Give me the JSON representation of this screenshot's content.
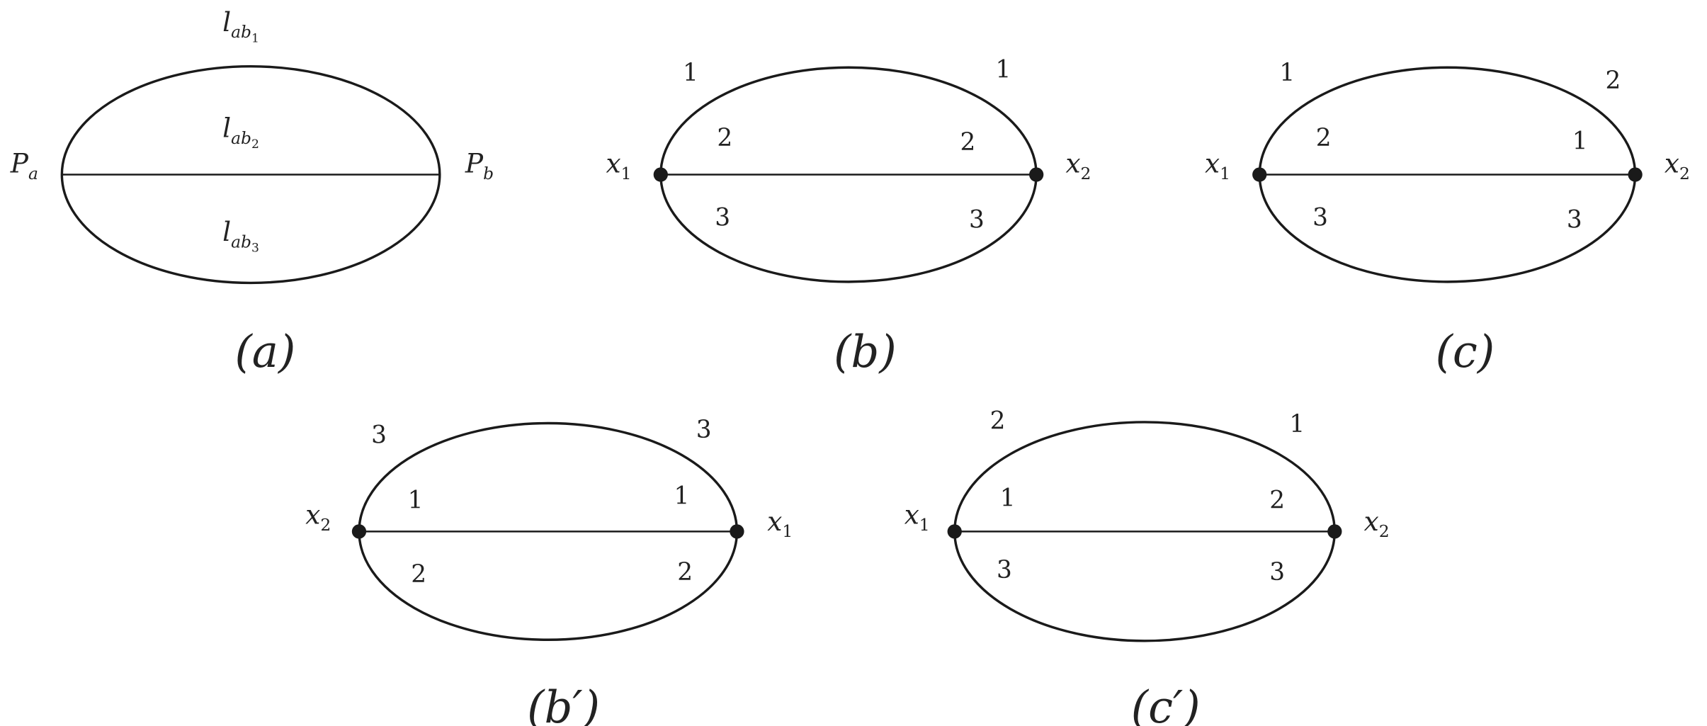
{
  "diagrams": {
    "a": {
      "caption": "(a)",
      "left_vertex": {
        "base": "P",
        "sub": "a"
      },
      "right_vertex": {
        "base": "P",
        "sub": "b"
      },
      "lines": [
        {
          "base": "l",
          "sub": "ab",
          "subsub": "1"
        },
        {
          "base": "l",
          "sub": "ab",
          "subsub": "2"
        },
        {
          "base": "l",
          "sub": "ab",
          "subsub": "3"
        }
      ]
    },
    "b": {
      "caption": "(b)",
      "left_vertex": {
        "base": "x",
        "sub": "1"
      },
      "right_vertex": {
        "base": "x",
        "sub": "2"
      },
      "left_labels": [
        "1",
        "2",
        "3"
      ],
      "right_labels": [
        "1",
        "2",
        "3"
      ]
    },
    "c": {
      "caption": "(c)",
      "left_vertex": {
        "base": "x",
        "sub": "1"
      },
      "right_vertex": {
        "base": "x",
        "sub": "2"
      },
      "left_labels": [
        "1",
        "2",
        "3"
      ],
      "right_labels": [
        "2",
        "1",
        "3"
      ]
    },
    "b_prime": {
      "caption": "(b′)",
      "left_vertex": {
        "base": "x",
        "sub": "2"
      },
      "right_vertex": {
        "base": "x",
        "sub": "1"
      },
      "left_labels": [
        "3",
        "1",
        "2"
      ],
      "right_labels": [
        "3",
        "1",
        "2"
      ]
    },
    "c_prime": {
      "caption": "(c′)",
      "left_vertex": {
        "base": "x",
        "sub": "1"
      },
      "right_vertex": {
        "base": "x",
        "sub": "2"
      },
      "left_labels": [
        "2",
        "1",
        "3"
      ],
      "right_labels": [
        "1",
        "2",
        "3"
      ]
    }
  }
}
